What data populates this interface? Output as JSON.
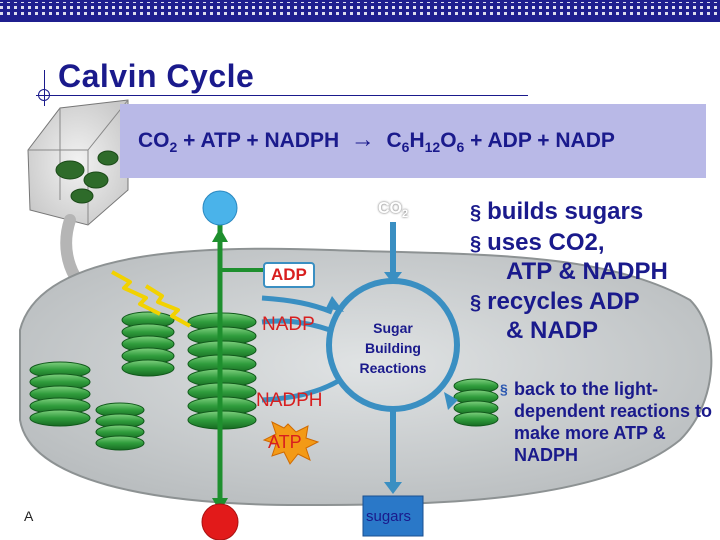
{
  "slide": {
    "title": "Calvin Cycle",
    "footer_mark": "A"
  },
  "equation": {
    "co2": "CO",
    "co2_sub": "2",
    "plus1": " + ",
    "atp": "ATP",
    "plus2": " + ",
    "nadph": "NADPH",
    "arrow": "→",
    "glucose_c": "C",
    "glucose_c_sub": "6",
    "glucose_h": "H",
    "glucose_h_sub": "12",
    "glucose_o": "O",
    "glucose_o_sub": "6",
    "plus3": " + ",
    "adp": "ADP",
    "plus4": " + ",
    "nadp": "NADP"
  },
  "diagram": {
    "co2_label": "CO",
    "co2_sub": "2",
    "adp_label": "ADP",
    "nadp_label": "NADP",
    "nadph_label": "NADPH",
    "atp_label": "ATP",
    "cycle_label_1": "Sugar",
    "cycle_label_2": "Building",
    "cycle_label_3": "Reactions",
    "sugars_label": "sugars"
  },
  "bullets": {
    "marker": "§",
    "item1": "builds sugars",
    "item2_line1": "uses CO2,",
    "item2_line2": "ATP & NADPH",
    "item3_line1": "recycles ADP",
    "item3_line2": "& NADP",
    "sub_marker": "§",
    "sub_item": "back to the light-dependent reactions to make more ATP & NADPH"
  },
  "colors": {
    "title": "#1a1a8c",
    "equation_bg": "#b9b9e7",
    "stroma": "#cfd3d4",
    "thylakoid": "#2e9c3a",
    "arrow_green": "#1e8f2e",
    "cycle_blue": "#3a8fc2",
    "label_red": "#d81f1f",
    "sugars_box": "#2a78c8"
  }
}
